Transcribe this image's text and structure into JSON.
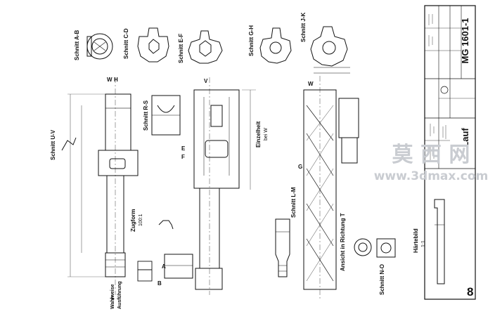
{
  "title_block": {
    "drawing_number": "MG 1601-1",
    "part_name": "Lauf"
  },
  "sections": {
    "a_b": "Schnitt A-B",
    "c_d": "Schnitt C-D",
    "e_f": "Schnitt E-F",
    "g_h": "Schnitt G-H",
    "j_k": "Schnitt J-K",
    "u_v": "Schnitt U-V",
    "r_s": "Schnitt R-S",
    "l_m": "Schnitt L-M",
    "n_o": "Schnitt N-O",
    "einzelheit": "Einzelheit",
    "einzelheit_scale": "bei W",
    "zugform": "Zugform",
    "zugform_scale": "100:1",
    "ansicht": "Ansicht in Richtung T",
    "haertebild": "Härtebild",
    "haertebild_scale": "1:1",
    "wahlweise": "Wahlweise",
    "ausfuehrung": "Ausführung"
  },
  "letters": [
    "A",
    "B",
    "C",
    "D",
    "E",
    "F",
    "G",
    "H",
    "J",
    "K",
    "L",
    "M",
    "N",
    "O",
    "R",
    "S",
    "T",
    "U",
    "V",
    "W"
  ],
  "watermark": {
    "text_cn": "莫 西 网",
    "text_url": "www.3dmax.com"
  },
  "page_number": "8",
  "colors": {
    "ink": "#111111",
    "paper": "#ffffff",
    "watermark": "#c9ccd1"
  }
}
